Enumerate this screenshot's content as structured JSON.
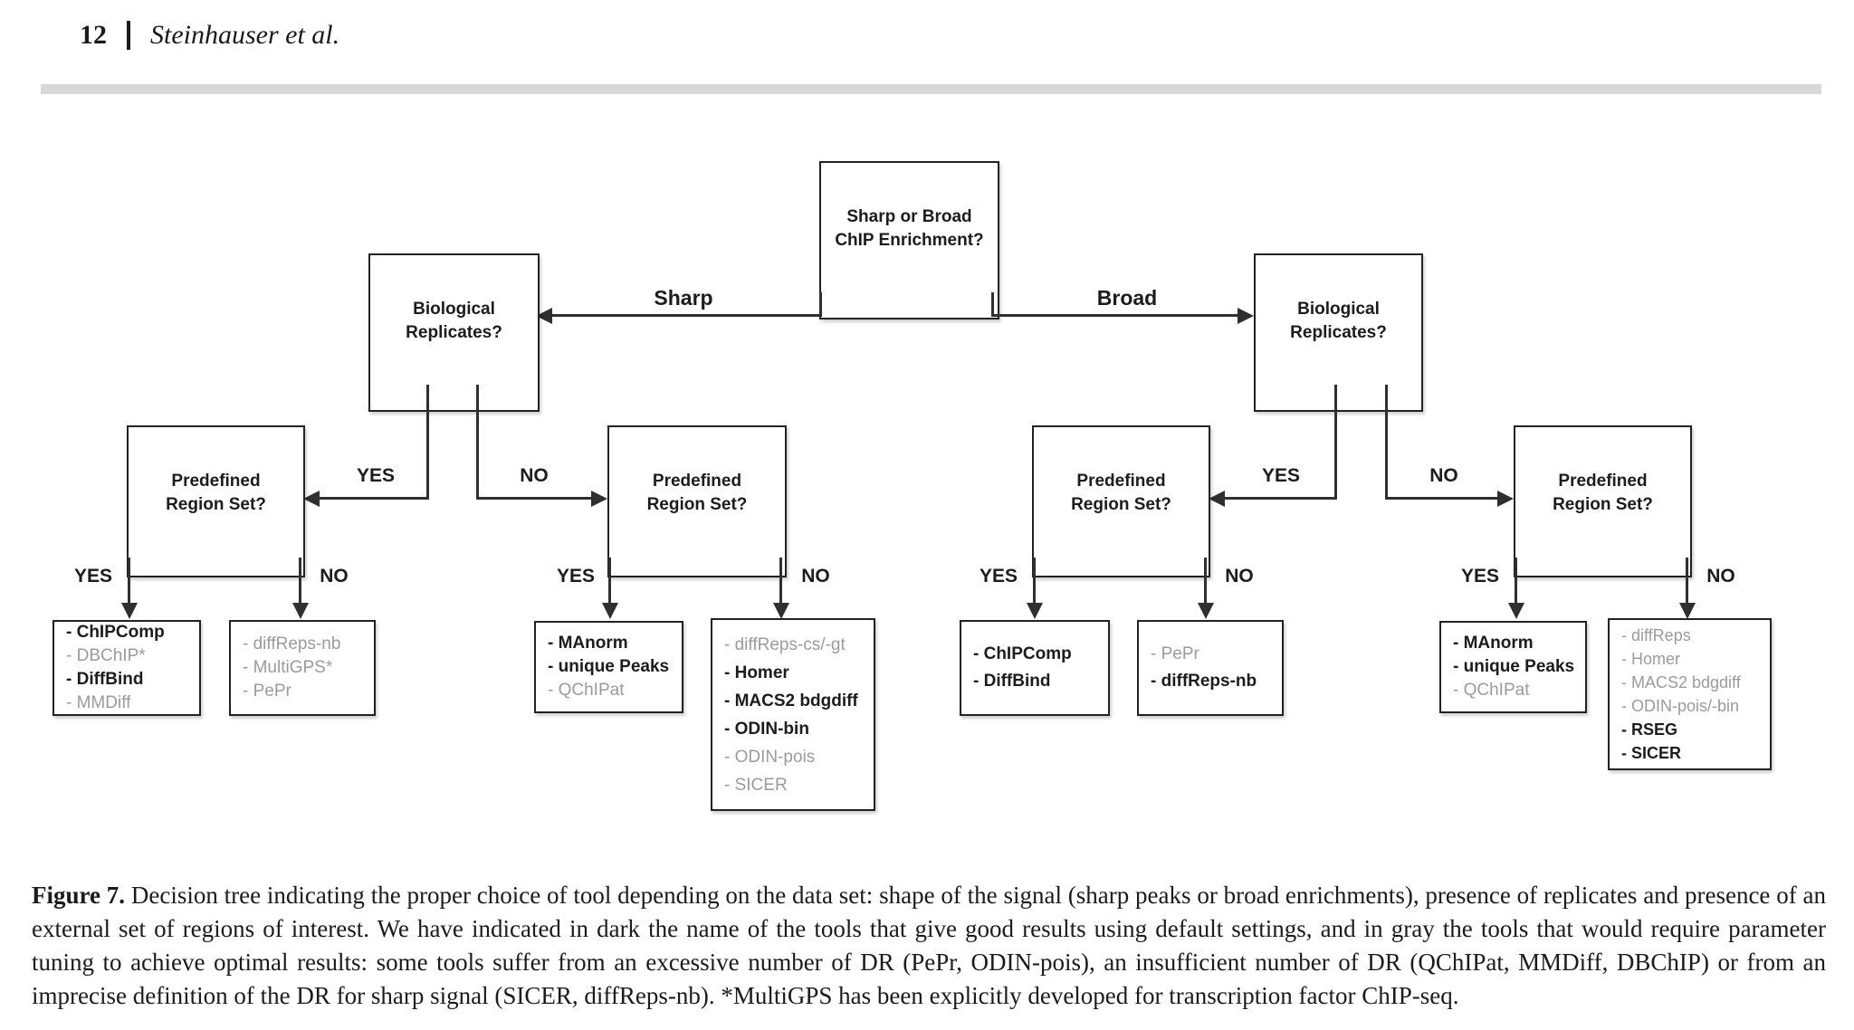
{
  "page": {
    "header": {
      "page_number": "12",
      "separator": "|",
      "running_head": "Steinhauser et al."
    },
    "caption": {
      "label": "Figure 7.",
      "text": "Decision tree indicating the proper choice of tool depending on the data set: shape of the signal (sharp peaks or broad enrichments), presence of replicates and presence of an external set of regions of interest. We have indicated in dark the name of the tools that give good results using default settings, and in gray the tools that would require parameter tuning to achieve optimal results: some tools suffer from an excessive number of DR (PePr, ODIN-pois), an insufficient number of DR (QChIPat, MMDiff, DBChIP) or from an imprecise definition of the DR for sharp signal (SICER, diffReps-nb). *MultiGPS has been explicitly developed for transcription factor ChIP-seq."
    }
  },
  "colors": {
    "dark_tool": "#1c1c1c",
    "muted_tool": "#9b9b9b",
    "box_border": "#222222",
    "line": "#2f2f2f",
    "header_rule": "#d8d8d8"
  },
  "tree": {
    "root": "Sharp or Broad ChIP Enrichment?",
    "edges": {
      "sharp": "Sharp",
      "broad": "Broad",
      "yes": "YES",
      "no": "NO"
    },
    "nodes": {
      "bio_left": "Biological Replicates?",
      "bio_right": "Biological Replicates?",
      "pre_1": "Predefined Region Set?",
      "pre_2": "Predefined Region Set?",
      "pre_3": "Predefined Region Set?",
      "pre_4": "Predefined Region Set?"
    },
    "leaves": [
      {
        "id": "sharp-yes-yes",
        "items": [
          {
            "label": "- ChIPComp",
            "muted": false
          },
          {
            "label": "- DBChIP*",
            "muted": true
          },
          {
            "label": "- DiffBind",
            "muted": false
          },
          {
            "label": "- MMDiff",
            "muted": true
          }
        ]
      },
      {
        "id": "sharp-yes-no",
        "items": [
          {
            "label": "- diffReps-nb",
            "muted": true
          },
          {
            "label": "- MultiGPS*",
            "muted": true
          },
          {
            "label": "- PePr",
            "muted": true
          }
        ]
      },
      {
        "id": "sharp-no-yes",
        "items": [
          {
            "label": "- MAnorm",
            "muted": false
          },
          {
            "label": "- unique Peaks",
            "muted": false
          },
          {
            "label": "- QChIPat",
            "muted": true
          }
        ]
      },
      {
        "id": "sharp-no-no",
        "items": [
          {
            "label": "- diffReps-cs/-gt",
            "muted": true
          },
          {
            "label": "- Homer",
            "muted": false
          },
          {
            "label": "- MACS2 bdgdiff",
            "muted": false
          },
          {
            "label": "- ODIN-bin",
            "muted": false
          },
          {
            "label": "- ODIN-pois",
            "muted": true
          },
          {
            "label": "- SICER",
            "muted": true
          }
        ]
      },
      {
        "id": "broad-yes-yes",
        "items": [
          {
            "label": "- ChIPComp",
            "muted": false
          },
          {
            "label": "- DiffBind",
            "muted": false
          }
        ]
      },
      {
        "id": "broad-yes-no",
        "items": [
          {
            "label": "- PePr",
            "muted": true
          },
          {
            "label": "- diffReps-nb",
            "muted": false
          }
        ]
      },
      {
        "id": "broad-no-yes",
        "items": [
          {
            "label": "- MAnorm",
            "muted": false
          },
          {
            "label": "- unique Peaks",
            "muted": false
          },
          {
            "label": "- QChIPat",
            "muted": true
          }
        ]
      },
      {
        "id": "broad-no-no",
        "items": [
          {
            "label": "- diffReps",
            "muted": true
          },
          {
            "label": "- Homer",
            "muted": true
          },
          {
            "label": "- MACS2 bdgdiff",
            "muted": true
          },
          {
            "label": "- ODIN-pois/-bin",
            "muted": true
          },
          {
            "label": "- RSEG",
            "muted": false
          },
          {
            "label": "- SICER",
            "muted": false
          }
        ]
      }
    ]
  }
}
